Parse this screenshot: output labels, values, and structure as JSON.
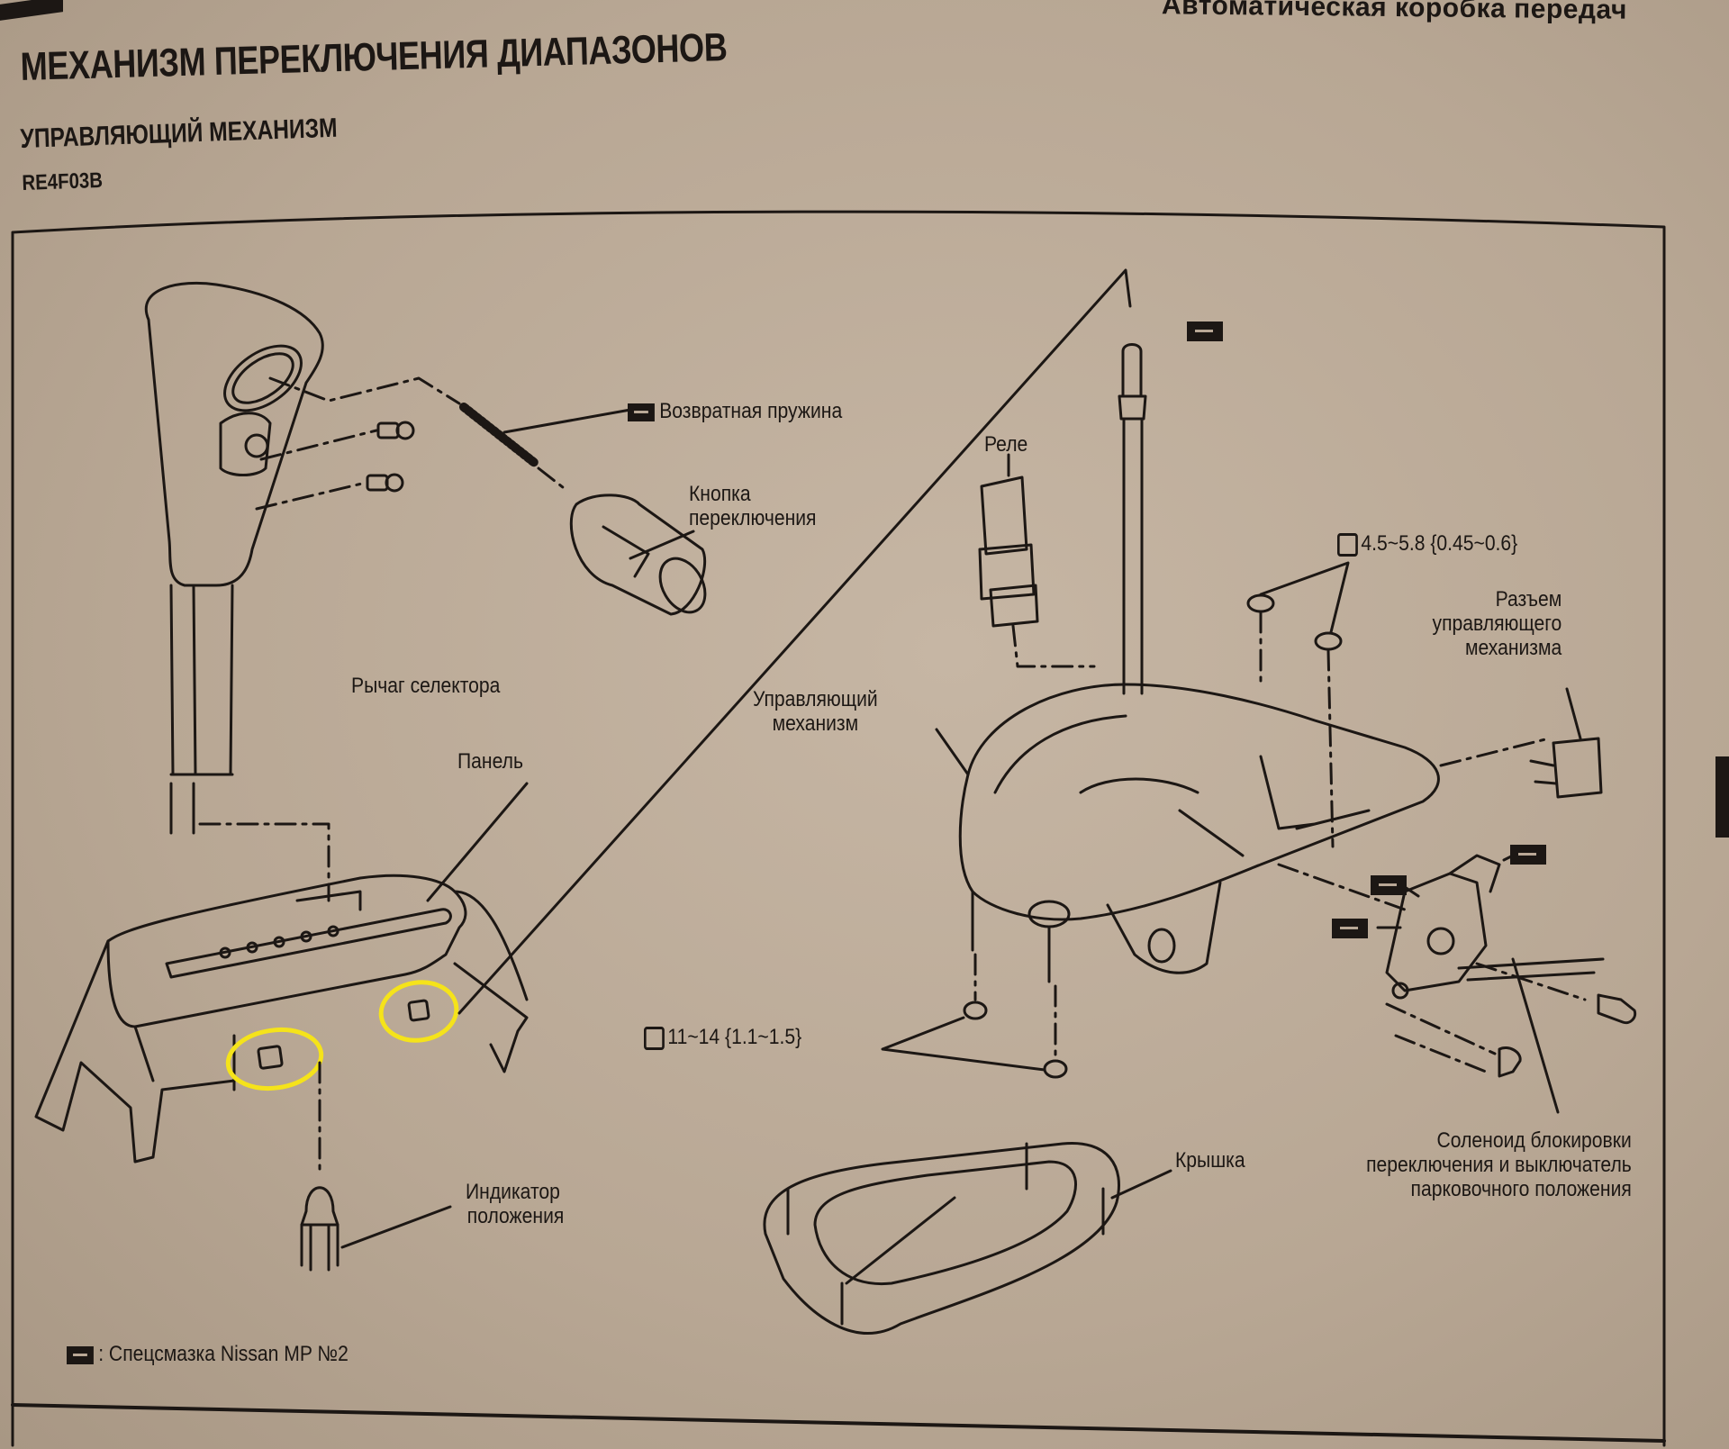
{
  "running_head": "Автоматическая коробка передач",
  "title": "МЕХАНИЗМ ПЕРЕКЛЮЧЕНИЯ ДИАПАЗОНОВ",
  "subtitle": "УПРАВЛЯЮЩИЙ МЕХАНИЗМ",
  "model": "RE4F03B",
  "labels": {
    "return_spring": "Возвратная пружина",
    "shift_button_line1": "Кнопка",
    "shift_button_line2": "переключения",
    "selector_lever": "Рычаг селектора",
    "panel": "Панель",
    "position_indicator_line1": "Индикатор",
    "position_indicator_line2": "положения",
    "relay": "Реле",
    "control_mechanism_line1": "Управляющий",
    "control_mechanism_line2": "механизм",
    "connector_line1": "Разъем",
    "connector_line2": "управляющего",
    "connector_line3": "механизма",
    "solenoid_line1": "Соленоид блокировки",
    "solenoid_line2": "переключения и выключатель",
    "solenoid_line3": "парковочного положения",
    "cover": "Крышка"
  },
  "torque_specs": {
    "upper_nuts": "4.5~5.8 {0.45~0.6}",
    "lower_nuts": "11~14 {1.1~1.5}"
  },
  "legend": {
    "icon": "grease-icon",
    "text": ": Спецсмазка Nissan MP №2"
  },
  "highlight_color": "#f5e31a",
  "icons": {
    "lubricant": "grease-icon",
    "torque": "torque-wrench-icon"
  }
}
